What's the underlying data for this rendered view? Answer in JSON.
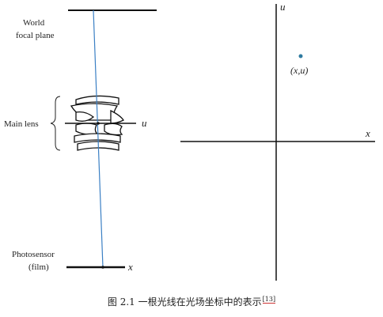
{
  "left_diagram": {
    "world_focal_plane_label_line1": "World",
    "world_focal_plane_label_line2": "focal plane",
    "main_lens_label": "Main lens",
    "lens_axis_label": "u",
    "photosensor_label_line1": "Photosensor",
    "photosensor_label_line2": "(film)",
    "sensor_axis_label": "x"
  },
  "right_plot": {
    "vertical_axis_label": "u",
    "horizontal_axis_label": "x",
    "point_label": "(x,u)"
  },
  "colors": {
    "ray": "#3a7fc4",
    "point": "#2e7aa0",
    "line": "#111111"
  },
  "caption": {
    "text": "图 2.1  一根光线在光场坐标中的表示",
    "ref": "[13]"
  }
}
